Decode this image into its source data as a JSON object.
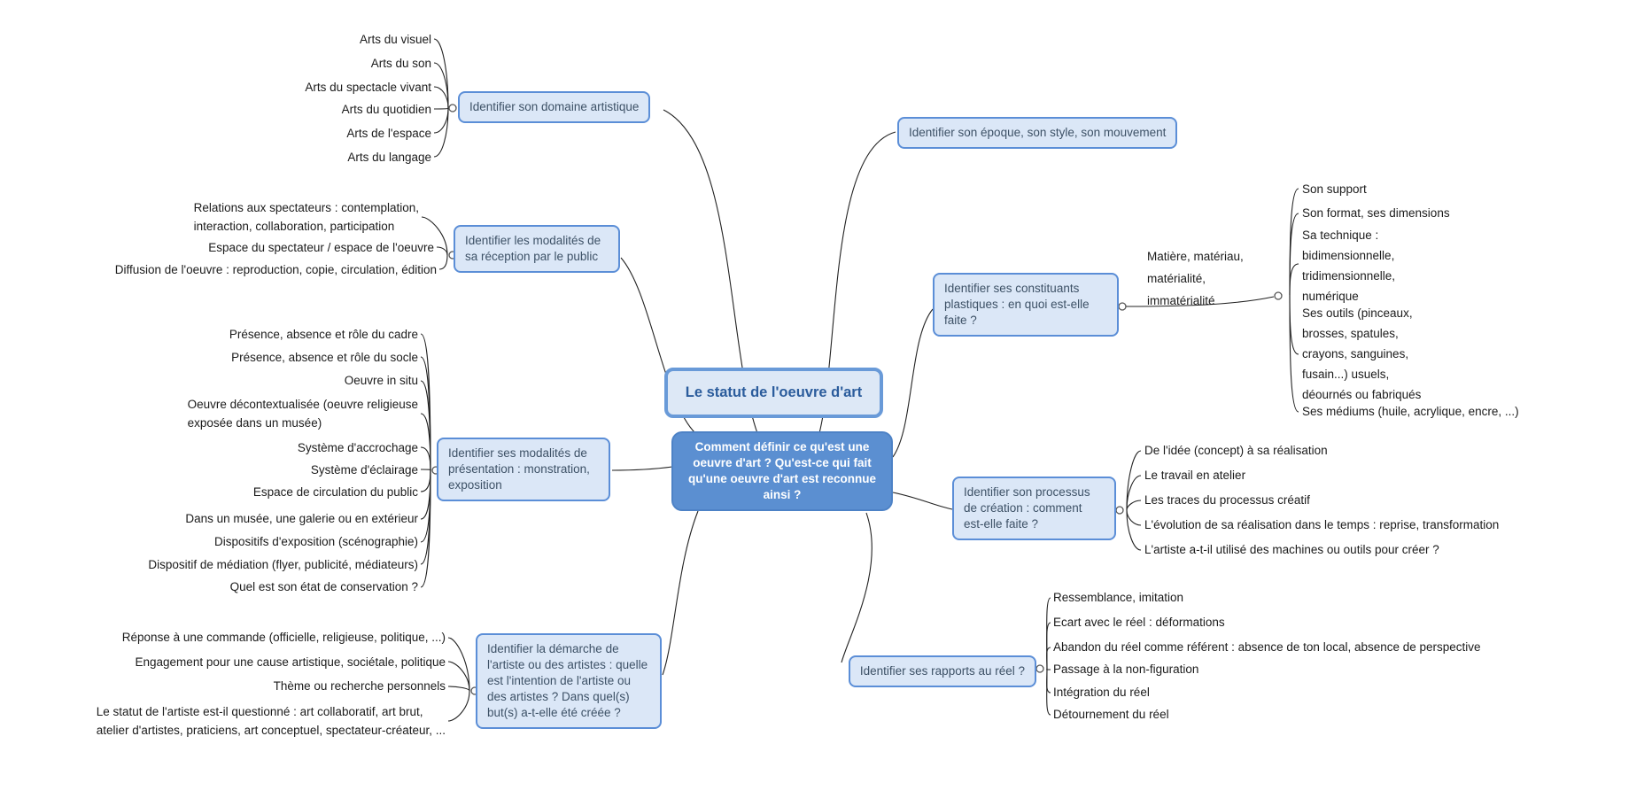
{
  "central": {
    "title": "Le statut de l'oeuvre d'art",
    "question": "Comment définir ce qu'est une oeuvre d'art ? Qu'est-ce qui fait qu'une oeuvre d'art est reconnue ainsi ?"
  },
  "branches": {
    "domaine": {
      "label": "Identifier son domaine artistique",
      "children": [
        "Arts du visuel",
        "Arts du son",
        "Arts du spectacle vivant",
        "Arts du quotidien",
        "Arts de l'espace",
        "Arts du langage"
      ]
    },
    "reception": {
      "label": "Identifier les modalités de sa réception par le public",
      "children": [
        "Relations aux spectateurs : contemplation,\ninteraction, collaboration, participation",
        "Espace du spectateur / espace de l'oeuvre",
        "Diffusion de l'oeuvre : reproduction, copie, circulation, édition"
      ]
    },
    "presentation": {
      "label": "Identifier ses modalités de présentation : monstration, exposition",
      "children": [
        "Présence, absence et rôle du cadre",
        "Présence, absence et rôle du socle",
        "Oeuvre in situ",
        "Oeuvre décontextualisée (oeuvre religieuse\nexposée dans un musée)",
        "Système d'accrochage",
        "Système d'éclairage",
        "Espace de circulation du public",
        "Dans un musée, une galerie ou en extérieur",
        "Dispositifs d'exposition (scénographie)",
        "Dispositif de médiation (flyer, publicité, médiateurs)",
        "Quel est son état de conservation ?"
      ]
    },
    "demarche": {
      "label": "Identifier la démarche de l'artiste ou des artistes : quelle est l'intention de l'artiste ou des artistes ? Dans quel(s) but(s) a-t-elle été créée ?",
      "children": [
        "Réponse à une commande (officielle, religieuse, politique, ...)",
        "Engagement pour une cause artistique, sociétale, politique",
        "Thème ou recherche personnels",
        "Le statut de l'artiste est-il questionné : art collaboratif, art brut,\natelier d'artistes, praticiens, art conceptuel, spectateur-créateur, ..."
      ]
    },
    "epoque": {
      "label": "Identifier son époque, son style, son mouvement",
      "children": []
    },
    "constituants": {
      "label": "Identifier ses constituants plastiques : en quoi est-elle faite ?",
      "intermediate": "Matière, matériau,\nmatérialité,\nimmatérialité",
      "children": [
        "Son support",
        "Son format, ses dimensions",
        "Sa technique :\nbidimensionnelle,\ntridimensionnelle,\nnumérique",
        "Ses outils (pinceaux,\nbrosses, spatules,\ncrayons, sanguines,\nfusain...) usuels,\ndéournés ou fabriqués",
        "Ses médiums (huile, acrylique, encre, ...)"
      ]
    },
    "processus": {
      "label": "Identifier son processus de création : comment est-elle faite ?",
      "children": [
        "De l'idée (concept) à sa réalisation",
        "Le travail en atelier",
        "Les traces du processus créatif",
        "L'évolution de sa réalisation dans le temps : reprise, transformation",
        "L'artiste a-t-il utilisé des machines ou outils pour créer ?"
      ]
    },
    "reel": {
      "label": "Identifier ses rapports au réel ?",
      "children": [
        "Ressemblance, imitation",
        "Ecart avec le réel : déformations",
        "Abandon du réel comme référent : absence de ton local, absence de perspective",
        "Passage à la non-figuration",
        "Intégration du réel",
        "Détournement du réel"
      ]
    }
  },
  "colors": {
    "background": "#ffffff",
    "node_fill": "#dbe7f7",
    "node_border": "#5b8ed7",
    "node_text": "#3d5166",
    "root_fill": "#dde8f6",
    "root_border": "#699ad8",
    "root_text": "#2b5c9c",
    "central_fill": "#5b8fd1",
    "central_text": "#ffffff",
    "leaf_text": "#1b1b1b",
    "line": "#222222"
  }
}
